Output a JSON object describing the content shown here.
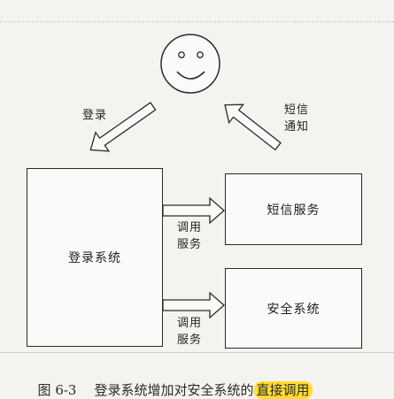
{
  "boxes": {
    "login_system": "登录系统",
    "sms_service": "短信服务",
    "security_system": "安全系统"
  },
  "arrows": {
    "login": "登录",
    "sms_notify": "短信\n通知",
    "call_sms": "调用\n服务",
    "call_security": "调用\n服务"
  },
  "caption": {
    "figure_number": "图 6-3",
    "text": "登录系统增加对安全系统的",
    "highlighted": "直接调用",
    "highlight_color": "#ffdc2e"
  },
  "icons": {
    "user": "smiley-face-icon",
    "arrow_style": "hollow-block-arrow"
  }
}
